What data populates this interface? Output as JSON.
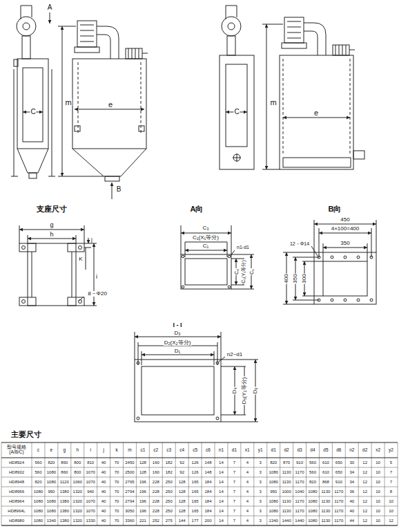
{
  "diagram": {
    "labels": [
      "A",
      "C",
      "m",
      "e",
      "B",
      "C",
      "m",
      "e",
      "支座尺寸",
      "g",
      "h",
      "j",
      "K",
      "i",
      "8－Φ20",
      "A向",
      "C₃",
      "C₁(X₁等分)",
      "C₁",
      "n1-d1",
      "C₄",
      "C₅(Y₁等分)",
      "C₆",
      "B向",
      "450",
      "4×100=400",
      "350",
      "12－Φ14",
      "400",
      "350",
      "300",
      "I - I",
      "D₃",
      "D₂(X₂等分)",
      "D₁",
      "n2~d1",
      "D₄",
      "D₅(Y₂等分)",
      "D₆",
      "主要尺寸",
      "型号规格 (A/B/C)",
      "c",
      "e",
      "g",
      "h",
      "i",
      "j",
      "k",
      "m",
      "c1",
      "c2",
      "c3",
      "c4",
      "c5",
      "c6",
      "n1",
      "d1",
      "x1",
      "y1",
      "d1",
      "d2",
      "d3",
      "d4",
      "d5",
      "d6",
      "n2",
      "d2",
      "x2",
      "y2",
      "HD8924",
      "560",
      "820",
      "860",
      "800",
      "810",
      "40",
      "70",
      "2450",
      "128",
      "160",
      "182",
      "92",
      "126",
      "148",
      "14",
      "7",
      "4",
      "3",
      "820",
      "870",
      "910",
      "560",
      "610",
      "650",
      "30",
      "12",
      "10",
      "5",
      "HD8932",
      "560",
      "1080",
      "860",
      "800",
      "1070",
      "40",
      "70",
      "2500",
      "128",
      "160",
      "182",
      "92",
      "126",
      "148",
      "14",
      "7",
      "4",
      "3",
      "1080",
      "1130",
      "1170",
      "560",
      "610",
      "650",
      "34",
      "12",
      "10",
      "7",
      "HD8948",
      "820",
      "1080",
      "1120",
      "1060",
      "1070",
      "40",
      "70",
      "2765",
      "196",
      "228",
      "250",
      "128",
      "165",
      "184",
      "14",
      "7",
      "4",
      "3",
      "1080",
      "1130",
      "1170",
      "820",
      "868",
      "910",
      "34",
      "12",
      "10",
      "7",
      "HD8956",
      "1080",
      "950",
      "1380",
      "1320",
      "940",
      "40",
      "70",
      "2794",
      "196",
      "228",
      "250",
      "128",
      "165",
      "184",
      "14",
      "7",
      "4",
      "3",
      "950",
      "1000",
      "1040",
      "1080",
      "1130",
      "1170",
      "36",
      "12",
      "10",
      "8",
      "HD8964",
      "1080",
      "1080",
      "1380",
      "1320",
      "1070",
      "40",
      "70",
      "2794",
      "196",
      "228",
      "250",
      "128",
      "165",
      "184",
      "14",
      "7",
      "4",
      "3",
      "1080",
      "1130",
      "1170",
      "1080",
      "1130",
      "1170",
      "40",
      "12",
      "10",
      "10",
      "HD8964L",
      "1080",
      "1080",
      "1380",
      "1320",
      "1070",
      "40",
      "70",
      "3050",
      "196",
      "228",
      "250",
      "128",
      "165",
      "184",
      "14",
      "7",
      "4",
      "3",
      "1080",
      "1130",
      "1170",
      "1080",
      "1130",
      "1170",
      "40",
      "12",
      "10",
      "10",
      "HD8980",
      "1080",
      "1340",
      "1380",
      "1320",
      "1330",
      "40",
      "70",
      "3360",
      "221",
      "252",
      "275",
      "144",
      "177",
      "200",
      "14",
      "7",
      "4",
      "3",
      "1340",
      "1440",
      "1440",
      "1080",
      "1130",
      "1170",
      "44",
      "12",
      "10",
      "12"
    ]
  }
}
